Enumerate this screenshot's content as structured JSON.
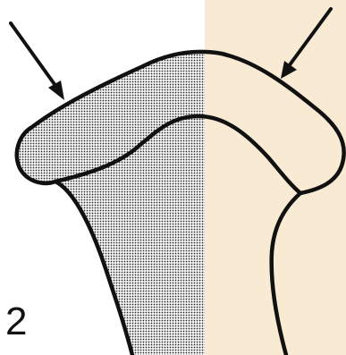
{
  "figure": {
    "number": "2"
  },
  "colors": {
    "background_left": "#ffffff",
    "background_right": "#f9ead4",
    "outline": "#111111",
    "stipple_dot": "#2a2a2a",
    "stipple_base_left": "#f4f4f4",
    "stipple_base_right": "#f3e3cc"
  },
  "icons": {
    "left_arrow": "arrow-down-right",
    "right_arrow": "arrow-down-left"
  }
}
